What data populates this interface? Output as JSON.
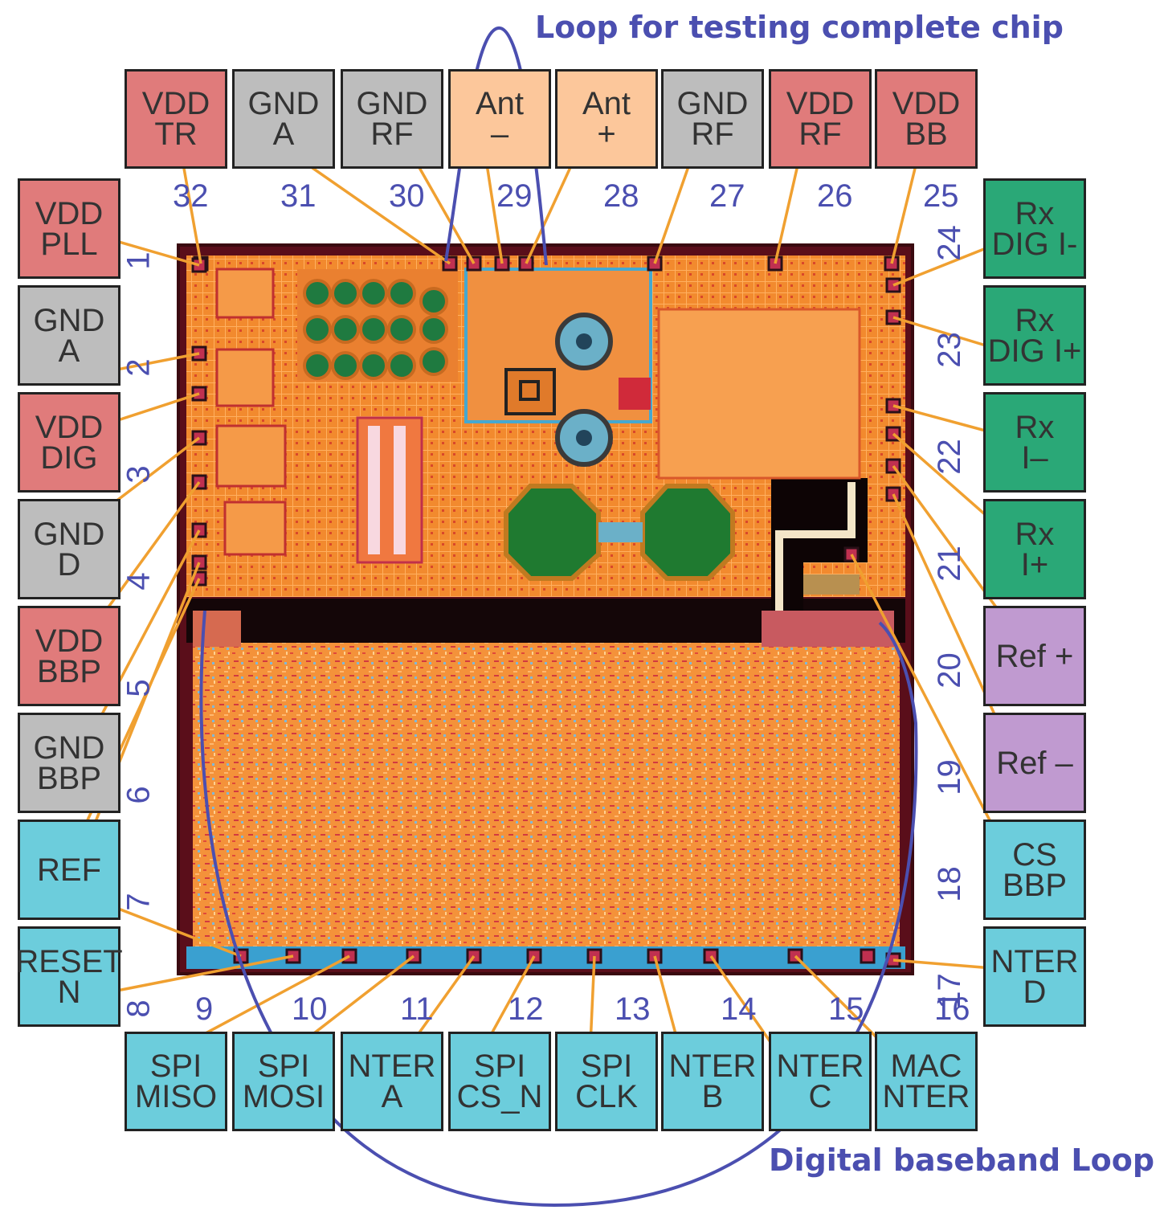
{
  "captions": {
    "top": "Loop for testing complete chip",
    "bottom": "Digital baseband Loop"
  },
  "colors": {
    "vdd": "#e07b7b",
    "gnd": "#bdbdbd",
    "ant": "#fcc79b",
    "rx": "#2aa877",
    "ref": "#c09ad0",
    "digital": "#6ccddc",
    "loop": "#4b4fb0",
    "wire": "#f0a030",
    "die": "#f08a30"
  },
  "pads": {
    "top": [
      {
        "pin": "32",
        "label": "VDD\nTR",
        "kind": "vdd"
      },
      {
        "pin": "31",
        "label": "GND\nA",
        "kind": "gnd"
      },
      {
        "pin": "30",
        "label": "GND\nRF",
        "kind": "gnd"
      },
      {
        "pin": "29",
        "label": "Ant\n–",
        "kind": "ant"
      },
      {
        "pin": "28",
        "label": "Ant\n+",
        "kind": "ant"
      },
      {
        "pin": "27",
        "label": "GND\nRF",
        "kind": "gnd"
      },
      {
        "pin": "26",
        "label": "VDD\nRF",
        "kind": "vdd"
      },
      {
        "pin": "25",
        "label": "VDD\nBB",
        "kind": "vdd"
      }
    ],
    "left": [
      {
        "pin": "1",
        "label": "VDD\nPLL",
        "kind": "vdd"
      },
      {
        "pin": "2",
        "label": "GND\nA",
        "kind": "gnd"
      },
      {
        "pin": "3",
        "label": "VDD\nDIG",
        "kind": "vdd"
      },
      {
        "pin": "4",
        "label": "GND\nD",
        "kind": "gnd"
      },
      {
        "pin": "5",
        "label": "VDD\nBBP",
        "kind": "vdd"
      },
      {
        "pin": "6",
        "label": "GND\nBBP",
        "kind": "gnd"
      },
      {
        "pin": "7",
        "label": "REF",
        "kind": "digital"
      },
      {
        "pin": "8",
        "label": "RESET\nN",
        "kind": "digital"
      }
    ],
    "right": [
      {
        "pin": "24",
        "label": "Rx\nDIG I-",
        "kind": "rx"
      },
      {
        "pin": "23",
        "label": "Rx\nDIG I+",
        "kind": "rx"
      },
      {
        "pin": "22",
        "label": "Rx\nI–",
        "kind": "rx"
      },
      {
        "pin": "21",
        "label": "Rx\nI+",
        "kind": "rx"
      },
      {
        "pin": "20",
        "label": "Ref +",
        "kind": "ref"
      },
      {
        "pin": "19",
        "label": "Ref –",
        "kind": "ref"
      },
      {
        "pin": "18",
        "label": "CS\nBBP",
        "kind": "digital"
      },
      {
        "pin": "17",
        "label": "NTER\nD",
        "kind": "digital"
      }
    ],
    "bottom": [
      {
        "pin": "9",
        "label": "SPI\nMISO",
        "kind": "digital"
      },
      {
        "pin": "10",
        "label": "SPI\nMOSI",
        "kind": "digital"
      },
      {
        "pin": "11",
        "label": "NTER\nA",
        "kind": "digital"
      },
      {
        "pin": "12",
        "label": "SPI\nCS_N",
        "kind": "digital"
      },
      {
        "pin": "13",
        "label": "SPI\nCLK",
        "kind": "digital"
      },
      {
        "pin": "14",
        "label": "NTER\nB",
        "kind": "digital"
      },
      {
        "pin": "15",
        "label": "NTER\nC",
        "kind": "digital"
      },
      {
        "pin": "16",
        "label": "MAC\nNTER",
        "kind": "digital"
      }
    ]
  }
}
